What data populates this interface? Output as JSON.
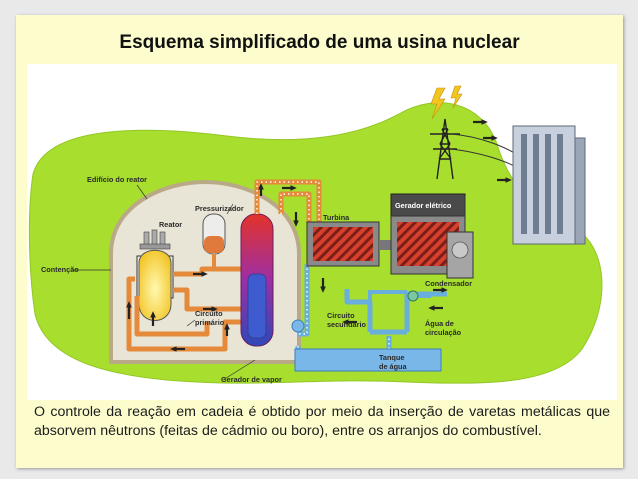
{
  "title": "Esquema simplificado de uma usina nuclear",
  "caption": "O controle da reação em cadeia é obtido por meio da inserção de varetas metálicas que absorvem nêutrons (feitas de cádmio ou boro), entre os arranjos do combustível.",
  "labels": {
    "edificio_reator": "Edifício do reator",
    "pressurizador": "Pressurizador",
    "reator": "Reator",
    "contencao": "Contenção",
    "circuito_primario_1": "Circuito",
    "circuito_primario_2": "primário",
    "gerador_vapor": "Gerador de vapor",
    "turbina": "Turbina",
    "gerador_eletrico": "Gerador elétrico",
    "condensador": "Condensador",
    "circuito_secundario_1": "Circuito",
    "circuito_secundario_2": "secundário",
    "agua_circulacao_1": "Água de",
    "agua_circulacao_2": "circulação",
    "tanque_1": "Tanque",
    "tanque_2": "de água"
  },
  "colors": {
    "slide_background": "#fcfccd",
    "ground_green": "#a8de2e",
    "primary_pipe": "#e58a3a",
    "secondary_pipe": "#6aaede",
    "containment": "#c8b999"
  }
}
